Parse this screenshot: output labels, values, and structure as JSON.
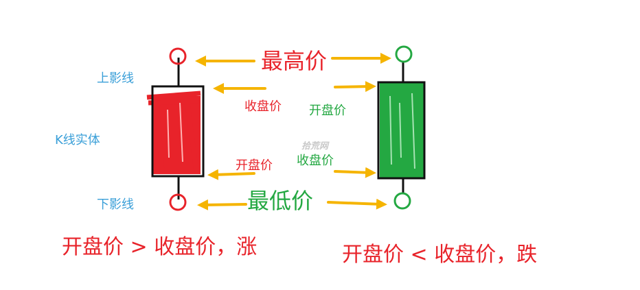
{
  "colors": {
    "red": "#e8232a",
    "green": "#24a842",
    "blue": "#3a9fd8",
    "arrow": "#f5b400",
    "outline": "#111111",
    "watermark": "#c9c9c9"
  },
  "labels": {
    "upper_shadow": "上影线",
    "body": "K线实体",
    "lower_shadow": "下影线",
    "highest_price": "最高价",
    "lowest_price": "最低价",
    "close_price_red": "收盘价",
    "open_price_red": "开盘价",
    "open_price_green": "开盘价",
    "close_price_green": "收盘价",
    "watermark": "拾荒网",
    "rise_rule": "开盘价 > 收盘价，涨",
    "fall_rule": "开盘价 < 收盘价，跌"
  }
}
